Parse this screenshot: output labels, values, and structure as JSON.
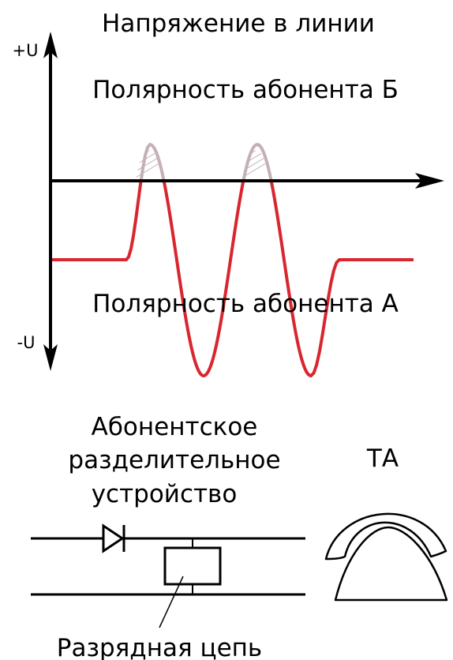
{
  "signal_chart": {
    "title": "Напряжение в линии",
    "axis_top_label": "+U",
    "axis_bottom_label": "-U",
    "polarity_b_label": "Полярность абонента Б",
    "polarity_a_label": "Полярность абонента А",
    "colors": {
      "signal": "#d9262e",
      "signal_peak": "#c4b0b6",
      "axis": "#000000"
    }
  },
  "circuit": {
    "device_label_line1": "Абонентское",
    "device_label_line2": "разделительное",
    "device_label_line3": "устройство",
    "discharge_label": "Разрядная цепь",
    "ta_label": "ТА",
    "icons": [
      "diode-icon",
      "resistor-icon",
      "telephone-handset-icon"
    ]
  }
}
